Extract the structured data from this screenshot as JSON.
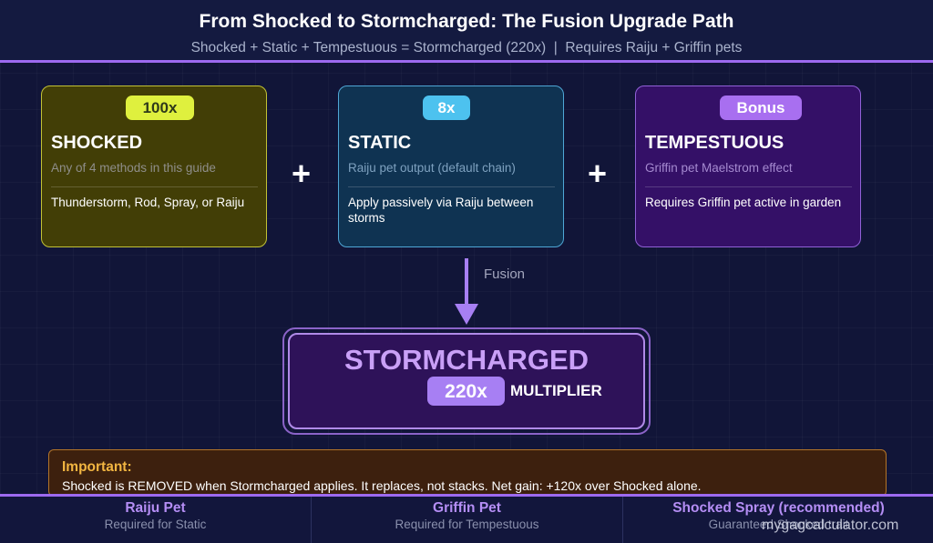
{
  "header": {
    "title": "From Shocked to Stormcharged: The Fusion Upgrade Path",
    "subtitle": "Shocked + Static + Tempestuous = Stormcharged (220x)  |  Requires Raiju + Griffin pets"
  },
  "cards": [
    {
      "badge": "100x",
      "title": "SHOCKED",
      "subtitle": "Any of 4 methods in this guide",
      "description": "Thunderstorm, Rod, Spray, or Raiju",
      "badge_color": "#dff03e"
    },
    {
      "badge": "8x",
      "title": "STATIC",
      "subtitle": "Raiju pet output (default chain)",
      "description": "Apply passively via Raiju between storms",
      "badge_color": "#4dc2ef"
    },
    {
      "badge": "Bonus",
      "title": "TEMPESTUOUS",
      "subtitle": "Griffin pet Maelstrom effect",
      "description": "Requires Griffin pet active in garden",
      "badge_color": "#a86ff0"
    }
  ],
  "operators": {
    "plus1": "+",
    "plus2": "+"
  },
  "flow": {
    "arrow_label": "Fusion"
  },
  "result": {
    "title": "STORMCHARGED",
    "multiplier": "220x",
    "multiplier_label": "MULTIPLIER"
  },
  "important": {
    "title": "Important:",
    "text": "Shocked is REMOVED when Stormcharged applies. It replaces, not stacks. Net gain: +120x over Shocked alone."
  },
  "footer": [
    {
      "title": "Raiju Pet",
      "description": "Required for Static"
    },
    {
      "title": "Griffin Pet",
      "description": "Required for Tempestuous"
    },
    {
      "title": "Shocked Spray (recommended)",
      "description": "Guaranteed Shocked trait"
    }
  ],
  "watermark": "mygagcalculator.com",
  "colors": {
    "accent_purple": "#9d6af0",
    "background": "#111538",
    "important_orange": "#f2b541"
  }
}
